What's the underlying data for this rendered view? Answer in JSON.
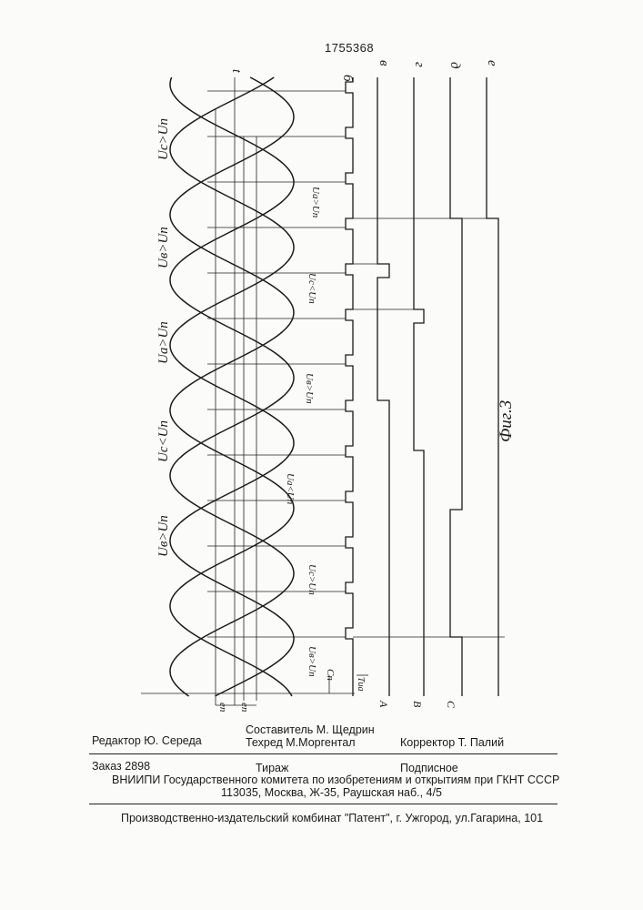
{
  "patent_number": "1755368",
  "figure": {
    "caption": "Фиг.3",
    "trace_labels": [
      "б",
      "в",
      "г",
      "д",
      "е"
    ],
    "sector_labels": [
      "Uc>Uп",
      "Uв>Uп",
      "Ua>Uп",
      "Uc<Uп",
      "Uв>Uп"
    ],
    "crossing_labels": [
      "Ua>Uп",
      "Uc<Uп",
      "Uв>Uп",
      "Ua<Uп",
      "Uc>Uп",
      "Uв>Uп"
    ],
    "top_axis_label": "t",
    "bottom_labels": [
      "eп",
      "eп",
      "Cп",
      "Tиa",
      "A",
      "B",
      "C"
    ]
  },
  "credits": {
    "editor": "Редактор  Ю. Середа",
    "compiler": "Составитель  М. Щедрин",
    "techred": "Техред М.Моргентал",
    "corrector": "Корректор  Т. Палий"
  },
  "order_info": {
    "order": "Заказ 2898",
    "circulation": "Тираж",
    "subscription": "Подписное",
    "institution": "ВНИИПИ Государственного комитета по изобретениям и открытиям при ГКНТ СССР",
    "address": "113035, Москва, Ж-35, Раушская наб., 4/5"
  },
  "publisher": "Производственно-издательский комбинат \"Патент\", г. Ужгород, ул.Гагарина, 101"
}
